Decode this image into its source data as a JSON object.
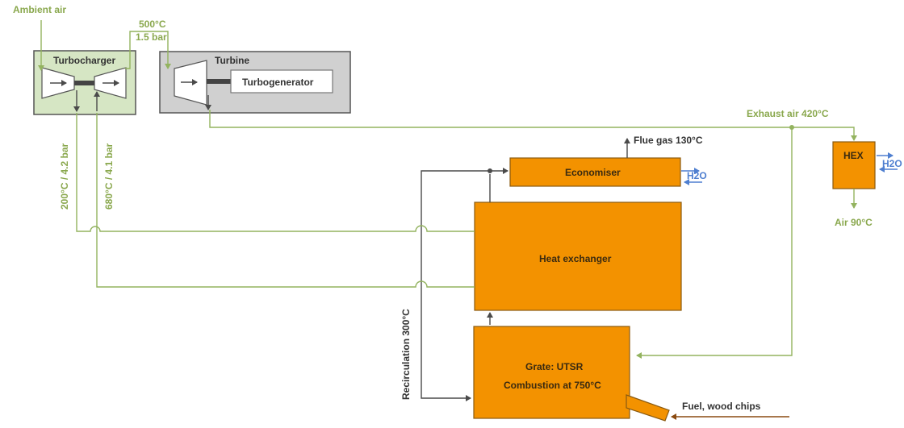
{
  "colors": {
    "process_orange": "#f39200",
    "air_green": "#93b35f",
    "water_blue": "#4f7fd0",
    "turbocharger_fill": "#d6e6c4",
    "turbine_fill": "#d0d0d0"
  },
  "labels": {
    "ambient_air": "Ambient air",
    "temp_500": "500°C",
    "pressure_15": "1.5 bar",
    "turbocharger": "Turbocharger",
    "turbine": "Turbine",
    "turbogenerator": "Turbogenerator",
    "exhaust_air": "Exhaust air 420°C",
    "flue_gas": "Flue gas 130°C",
    "economiser": "Economiser",
    "h2o_economiser": "H2O",
    "hex": "HEX",
    "h2o_hex": "H2O",
    "air_90": "Air 90°C",
    "line_200": "200°C / 4.2 bar",
    "line_680": "680°C / 4.1 bar",
    "heat_exchanger": "Heat exchanger",
    "recirculation": "Recirculation 300°C",
    "grate_line1": "Grate: UTSR",
    "grate_line2": "Combustion at 750°C",
    "fuel": "Fuel, wood chips"
  }
}
